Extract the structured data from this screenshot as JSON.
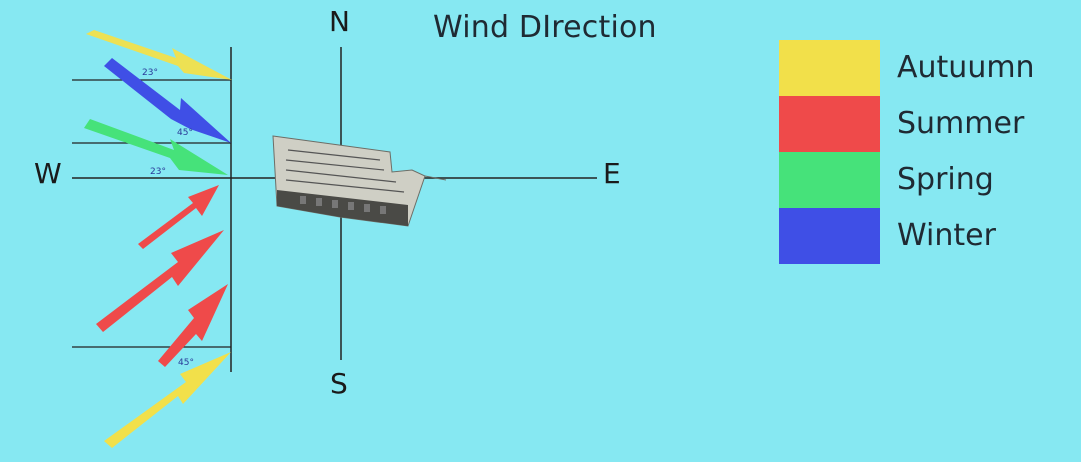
{
  "title": "Wind DIrection",
  "compass": {
    "north": "N",
    "south": "S",
    "west": "W",
    "east": "E"
  },
  "angle_labels": [
    "23°",
    "45°",
    "23°",
    "45°"
  ],
  "legend": [
    {
      "label": "Autuumn",
      "color": "#f2e04a",
      "icon": "yellow-swatch"
    },
    {
      "label": "Summer",
      "color": "#ef4a4a",
      "icon": "red-swatch"
    },
    {
      "label": "Spring",
      "color": "#46e27a",
      "icon": "green-swatch"
    },
    {
      "label": "Winter",
      "color": "#3f4fe6",
      "icon": "blue-swatch"
    }
  ],
  "arrows": [
    {
      "season": "Autuumn",
      "color": "#f2e04a",
      "from": "northwest",
      "angle_deg": 23
    },
    {
      "season": "Winter",
      "color": "#3f4fe6",
      "from": "northwest",
      "angle_deg": 45
    },
    {
      "season": "Spring",
      "color": "#46e27a",
      "from": "northwest",
      "angle_deg": 23
    },
    {
      "season": "Summer",
      "color": "#ef4a4a",
      "from": "southwest",
      "angle_deg": 45
    },
    {
      "season": "Summer",
      "color": "#ef4a4a",
      "from": "southwest",
      "angle_deg": 45
    },
    {
      "season": "Summer",
      "color": "#ef4a4a",
      "from": "southwest",
      "angle_deg": 45
    },
    {
      "season": "Autuumn",
      "color": "#f2e04a",
      "from": "southwest",
      "angle_deg": 45
    }
  ],
  "colors": {
    "background": "#86e8f2",
    "axis": "#222222"
  }
}
